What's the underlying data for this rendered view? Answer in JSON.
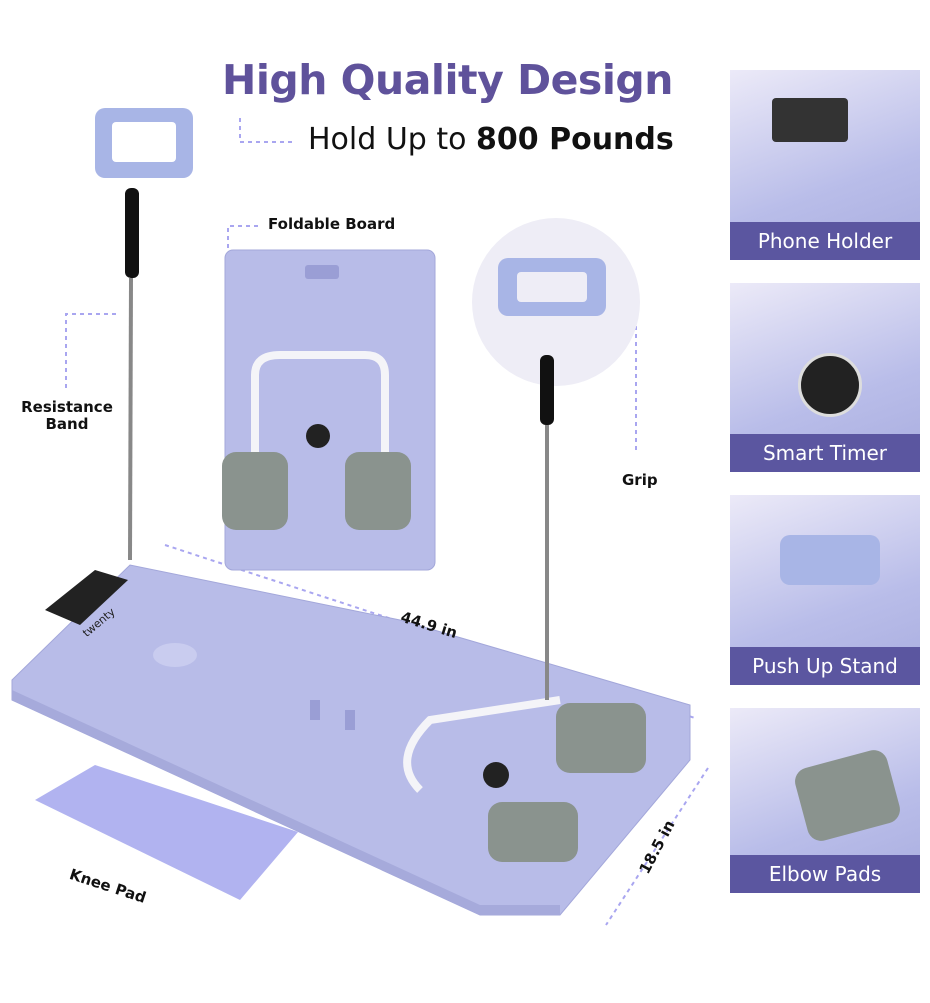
{
  "headline": {
    "title": "High Quality Design",
    "subtitle_prefix": "Hold Up to",
    "subtitle_bold": "800 Pounds"
  },
  "callouts": {
    "foldable_board": "Foldable Board",
    "resistance_band": "Resistance Band",
    "grip": "Grip",
    "knee_pad": "Knee Pad"
  },
  "dimensions": {
    "length": "44.9 in",
    "width": "18.5 in"
  },
  "brand": "twenty",
  "panels": [
    {
      "label": "Phone Holder"
    },
    {
      "label": "Smart Timer"
    },
    {
      "label": "Push Up Stand"
    },
    {
      "label": "Elbow Pads"
    }
  ],
  "colors": {
    "title": "#5f529b",
    "panel_label_bg": "#5b56a0",
    "board": "#b8bce8",
    "pad": "#8a938e",
    "accent_line": "#a9a6f0"
  }
}
